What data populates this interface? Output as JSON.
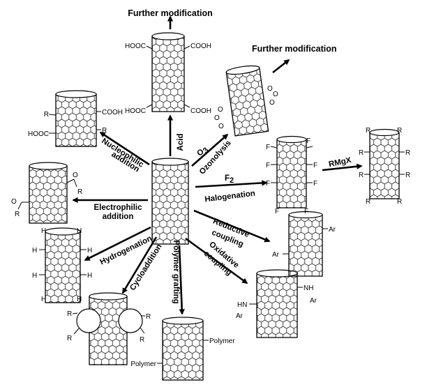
{
  "title": "",
  "colors": {
    "ink": "#000000",
    "background": "#ffffff"
  },
  "labels": {
    "top_further": "Further modification",
    "right_further": "Further modification",
    "acid": "Acid",
    "ozone": "O",
    "ozone_sub": "3",
    "ozonolysis": "Ozonolysis",
    "fluorine": "F",
    "fluorine_sub": "2",
    "halogenation": "Halogenation",
    "rmgx": "RMgX",
    "nucleophilic_1": "Nucleophilic",
    "nucleophilic_2": "addition",
    "electrophilic_1": "Electrophilic",
    "electrophilic_2": "addition",
    "hydrogenation": "Hydrogenation",
    "cycloaddition": "Cycloaddition",
    "polymer_grafting": "Polymer grafting",
    "oxidative_1": "Oxidative",
    "oxidative_2": "coupling",
    "reductive_1": "Reductive",
    "reductive_2": "coupling"
  },
  "groups": {
    "acid_product": [
      "HOOC",
      "COOH",
      "HOOC",
      "COOH"
    ],
    "ozonide": [
      "O",
      "O",
      "O",
      "O",
      "O",
      "O"
    ],
    "nucleophilic_product": [
      "R",
      "COOH",
      "HOOC",
      "R"
    ],
    "electrophilic_product": [
      "O",
      "R",
      "O",
      "R"
    ],
    "fluorinated": [
      "F",
      "F",
      "F",
      "F",
      "F",
      "F",
      "F",
      "F"
    ],
    "alkylated": [
      "R",
      "R",
      "R",
      "R",
      "R",
      "R",
      "R",
      "R"
    ],
    "hydrogenated": [
      "H",
      "H",
      "H",
      "H",
      "H",
      "H",
      "H",
      "H"
    ],
    "cyclo_product": [
      "R",
      "R",
      "R",
      "R"
    ],
    "polymer_product": [
      "Polymer",
      "Polymer"
    ],
    "oxidative_product": [
      "HN",
      "Ar",
      "NH",
      "Ar"
    ],
    "reductive_product": [
      "Ar",
      "Ar"
    ]
  }
}
